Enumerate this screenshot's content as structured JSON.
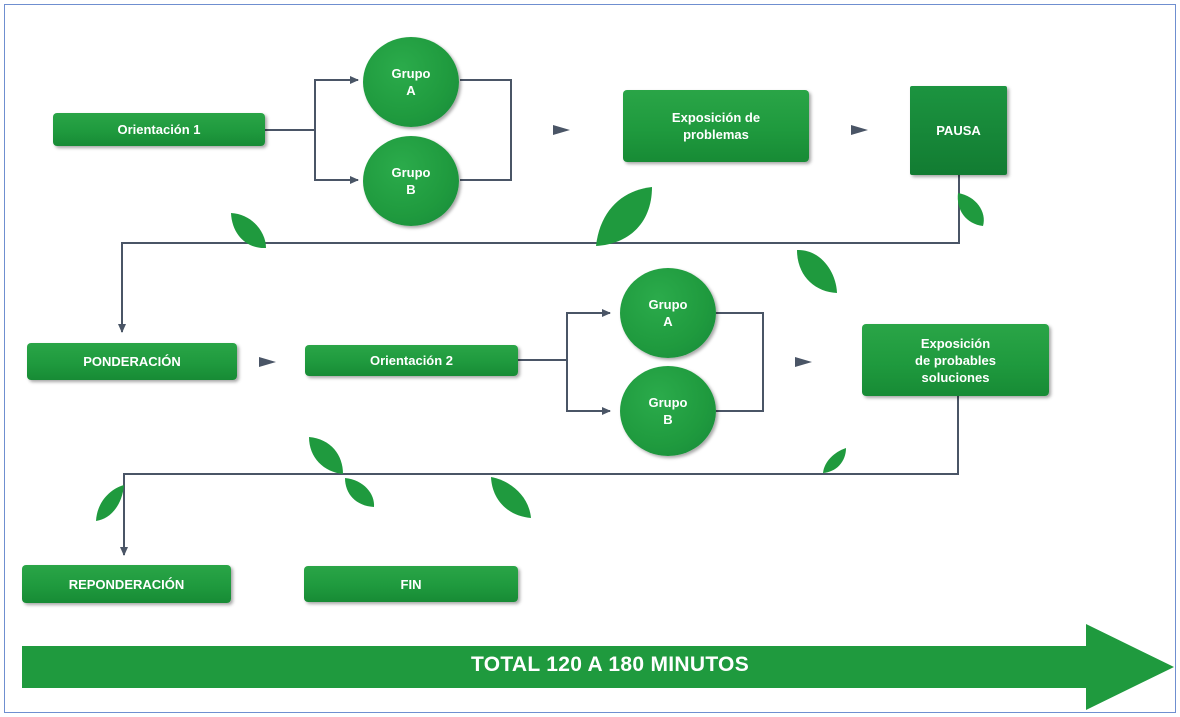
{
  "colors": {
    "green": "#1f9a3e",
    "dark_green": "#0f7a2e",
    "line": "#4a5566",
    "frame": "#6f8fd0"
  },
  "nodes": {
    "orientacion1": "Orientación 1",
    "grupo_a1": "Grupo\nA",
    "grupo_b1": "Grupo\nB",
    "exposicion_problemas": "Exposición de\nproblemas",
    "pausa": "PAUSA",
    "ponderacion": "PONDERACIÓN",
    "orientacion2": "Orientación 2",
    "grupo_a2": "Grupo\nA",
    "grupo_b2": "Grupo\nB",
    "exposicion_soluciones": "Exposición\nde probables\nsoluciones",
    "reponderacion": "REPONDERACIÓN",
    "fin": "FIN"
  },
  "total_label": "TOTAL 120 A 180 MINUTOS"
}
